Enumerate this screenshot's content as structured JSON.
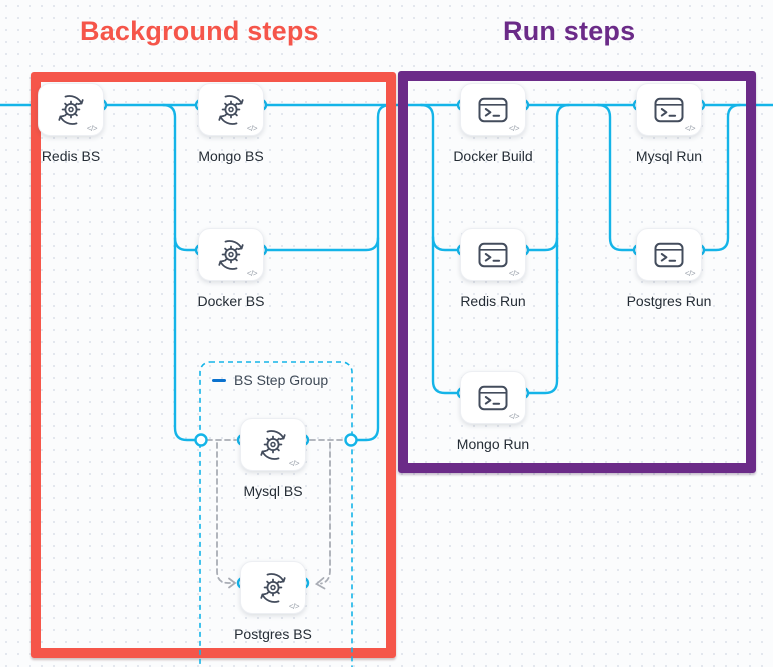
{
  "titles": {
    "background": "Background steps",
    "run": "Run steps"
  },
  "step_group": {
    "label": "BS Step Group"
  },
  "card_badge": "</>",
  "nodes": [
    {
      "label": "Redis BS",
      "kind": "background",
      "icon": "sync-gear-icon"
    },
    {
      "label": "Mongo BS",
      "kind": "background",
      "icon": "sync-gear-icon"
    },
    {
      "label": "Docker Build",
      "kind": "run",
      "icon": "terminal-icon"
    },
    {
      "label": "Mysql Run",
      "kind": "run",
      "icon": "terminal-icon"
    },
    {
      "label": "Docker BS",
      "kind": "background",
      "icon": "sync-gear-icon"
    },
    {
      "label": "Redis Run",
      "kind": "run",
      "icon": "terminal-icon"
    },
    {
      "label": "Postgres Run",
      "kind": "run",
      "icon": "terminal-icon"
    },
    {
      "label": "Mongo Run",
      "kind": "run",
      "icon": "terminal-icon"
    },
    {
      "label": "Mysql BS",
      "kind": "background",
      "icon": "sync-gear-icon"
    },
    {
      "label": "Postgres BS",
      "kind": "background",
      "icon": "sync-gear-icon"
    }
  ],
  "colors": {
    "background_box": "#F5564A",
    "run_box": "#6B2B88",
    "flow_line": "#14B4E8",
    "dashed_connector": "#A9ADB5",
    "group_border": "#14B4E8",
    "collapse_dash": "#0B72CE",
    "node_label": "#242C35",
    "icon_stroke": "#434C5C",
    "canvas_background": "#FBFCFD",
    "canvas_dot": "#E3E7EE"
  }
}
